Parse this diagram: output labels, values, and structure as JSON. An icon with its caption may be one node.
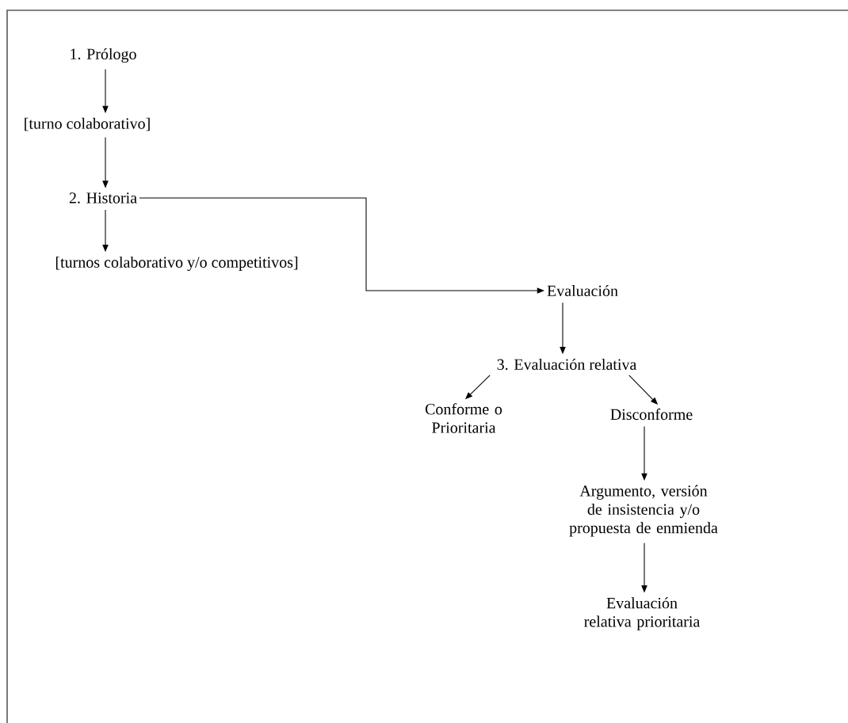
{
  "diagram": {
    "nodes": [
      {
        "text": [
          "1. Prólogo"
        ]
      },
      {
        "text": [
          "[turno colaborativo]"
        ]
      },
      {
        "text": [
          "2. Historia"
        ]
      },
      {
        "text": [
          "[turnos colaborativo y/o competitivos]"
        ]
      },
      {
        "text": [
          "Evaluación"
        ]
      },
      {
        "text": [
          "3. Evaluación relativa"
        ]
      },
      {
        "text": [
          "Conforme o Prioritaria"
        ]
      },
      {
        "text": [
          "Disconforme"
        ]
      },
      {
        "text": [
          "Argumento, versión de insistencia y/o propuesta de enmienda"
        ]
      },
      {
        "text": [
          "Evaluación relativa prioritaria"
        ]
      }
    ],
    "edges": [
      {
        "from": 0,
        "to": 1,
        "arrow": "to"
      },
      {
        "from": 1,
        "to": 2,
        "arrow": "to"
      },
      {
        "from": 2,
        "to": 3,
        "arrow": "to"
      },
      {
        "from": 2,
        "to": 4,
        "arrow": "to"
      },
      {
        "from": 4,
        "to": 5,
        "arrow": "to"
      },
      {
        "from": 5,
        "to": 6,
        "arrow": "to"
      },
      {
        "from": 5,
        "to": 7,
        "arrow": "to"
      },
      {
        "from": 7,
        "to": 8,
        "arrow": "to"
      },
      {
        "from": 8,
        "to": 9,
        "arrow": "to"
      }
    ]
  }
}
